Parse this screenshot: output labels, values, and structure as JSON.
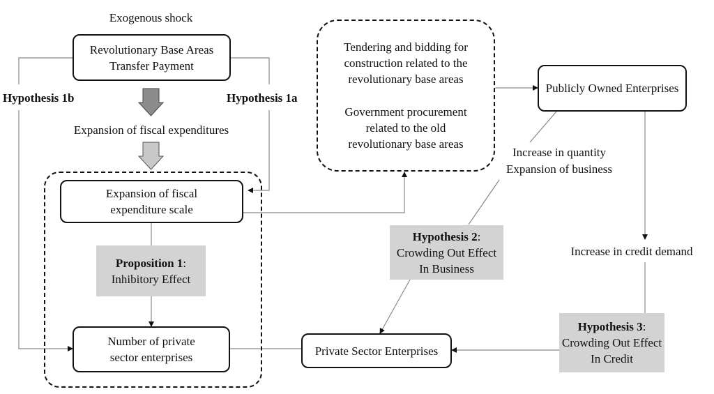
{
  "labels": {
    "exogenous_shock": "Exogenous shock",
    "hyp1b": "Hypothesis 1b",
    "hyp1a": "Hypothesis 1a",
    "expansion_fiscal": "Expansion of fiscal expenditures",
    "increase_quantity": "Increase in quantity",
    "expansion_business": "Expansion of business",
    "credit_demand": "Increase in credit demand"
  },
  "nodes": {
    "transfer": [
      "Revolutionary Base Areas",
      "Transfer Payment"
    ],
    "scale": [
      "Expansion of fiscal",
      "expenditure scale"
    ],
    "private_count": [
      "Number of private",
      "sector enterprises"
    ],
    "tendering": [
      "Tendering and bidding for",
      "construction related to the",
      "revolutionary base areas"
    ],
    "procurement": [
      "Government procurement",
      "related to the old",
      "revolutionary base areas"
    ],
    "public": "Publicly Owned Enterprises",
    "private": "Private Sector Enterprises"
  },
  "effects": {
    "prop1": {
      "title": "Proposition 1",
      "colon": ":",
      "line": "Inhibitory Effect"
    },
    "hyp2": {
      "title": "Hypothesis 2",
      "colon": ":",
      "lines": [
        "Crowding Out Effect",
        "In Business"
      ]
    },
    "hyp3": {
      "title": "Hypothesis 3",
      "colon": ":",
      "lines": [
        "Crowding Out Effect",
        "In Credit"
      ]
    }
  },
  "colors": {
    "line": "#888888",
    "box_fill": "#d3d3d3",
    "arrow1": "#8c8c8c",
    "arrow2": "#c8c8c8"
  }
}
